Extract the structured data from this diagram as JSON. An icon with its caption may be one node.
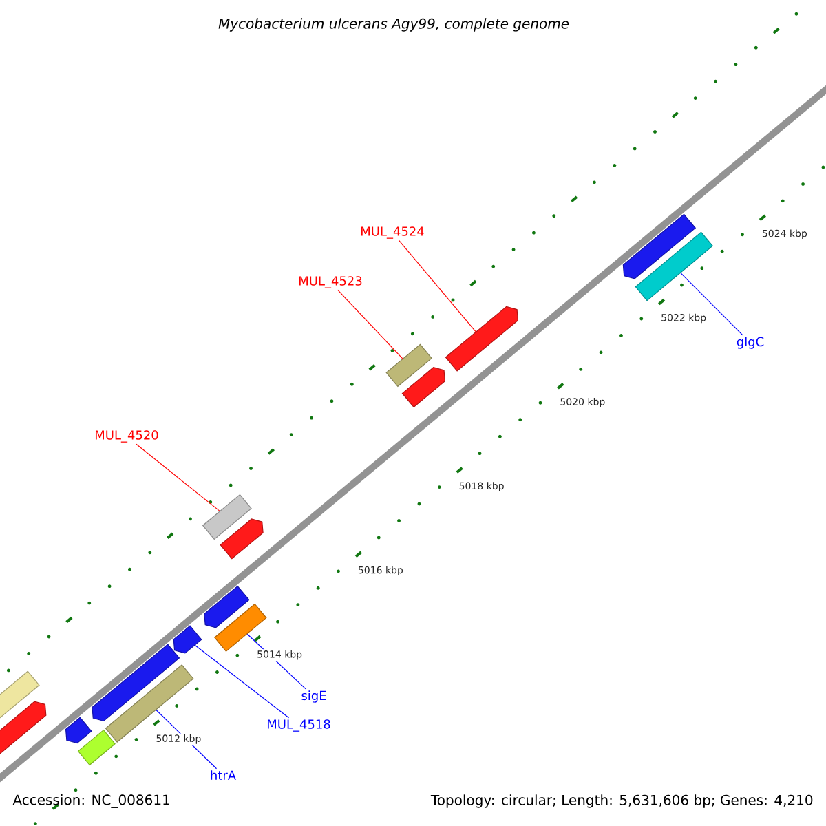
{
  "diagram": {
    "title": "Mycobacterium ulcerans Agy99, complete genome",
    "nodes": [
      {
        "text": [
          "MUL_4524"
        ]
      },
      {
        "text": [
          "MUL_4523"
        ]
      },
      {
        "text": [
          "MUL_4520"
        ]
      },
      {
        "text": [
          "glgC"
        ]
      },
      {
        "text": [
          "sigE"
        ]
      },
      {
        "text": [
          "MUL_4518"
        ]
      },
      {
        "text": [
          "htrA"
        ]
      },
      {
        "text": [],
        "shape": "bar"
      },
      {
        "text": [],
        "shape": "bar"
      },
      {
        "text": [],
        "shape": "bar"
      },
      {
        "text": [],
        "shape": "bar"
      },
      {
        "text": [],
        "shape": "bar"
      },
      {
        "text": [],
        "shape": "bar"
      },
      {
        "text": [],
        "shape": "bar"
      },
      {
        "text": [],
        "shape": "bar"
      },
      {
        "text": [],
        "shape": "bar"
      },
      {
        "text": [],
        "shape": "bar"
      },
      {
        "text": [],
        "shape": "bar"
      },
      {
        "text": [],
        "shape": "bar"
      },
      {
        "text": [],
        "shape": "bar"
      },
      {
        "text": [],
        "shape": "bar"
      },
      {
        "text": [],
        "shape": "bar"
      },
      {
        "text": [],
        "shape": "bar"
      }
    ],
    "edges": [
      {
        "from": 0,
        "to": 20,
        "arrow": "none",
        "color": "#ff0000"
      },
      {
        "from": 1,
        "to": 19,
        "arrow": "none",
        "color": "#ff0000"
      },
      {
        "from": 2,
        "to": 17,
        "arrow": "none",
        "color": "#ff0000"
      },
      {
        "from": 3,
        "to": 21,
        "arrow": "none"
      },
      {
        "from": 4,
        "to": 14,
        "arrow": "none"
      },
      {
        "from": 5,
        "to": 13,
        "arrow": "none"
      },
      {
        "from": 6,
        "to": 11,
        "arrow": "none"
      }
    ],
    "labels": [
      "5012 kbp",
      "5014 kbp",
      "5016 kbp",
      "5018 kbp",
      "5020 kbp",
      "5022 kbp",
      "5024 kbp",
      "Accession: NC_008611",
      "Topology: circular; Length: 5,631,606 bp; Genes: 4,210"
    ]
  }
}
